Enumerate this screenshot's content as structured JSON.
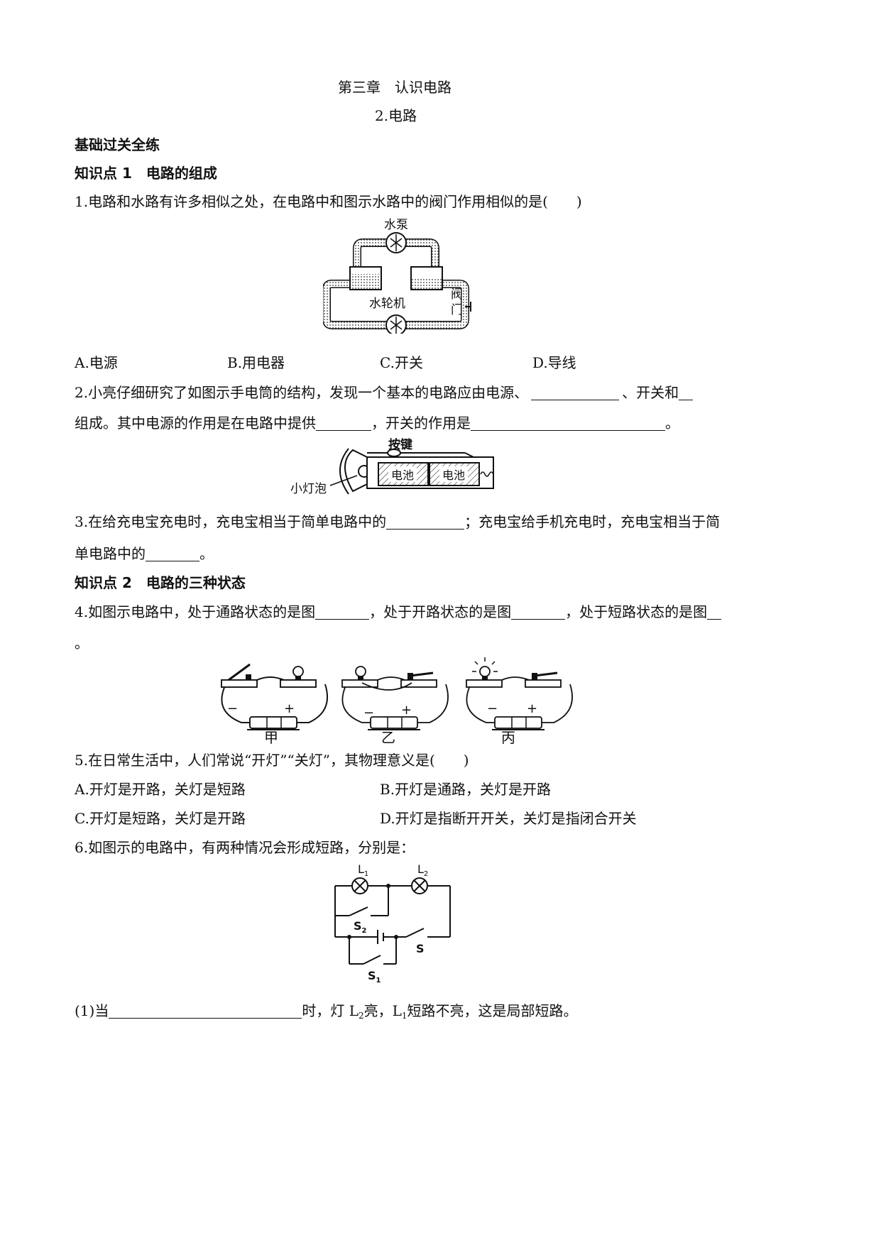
{
  "header": {
    "chapter": "第三章　认识电路",
    "section": "2.电路"
  },
  "part_title": "基础过关全练",
  "kp1": "知识点 1　电路的组成",
  "kp2": "知识点 2　电路的三种状态",
  "q1": {
    "stem": "1.电路和水路有许多相似之处，在电路中和图示水路中的阀门作用相似的是(　　)",
    "fig": {
      "pump": "水泵",
      "turbine": "水轮机",
      "valve1": "阀",
      "valve2": "门"
    },
    "options": [
      "A.电源",
      "B.用电器",
      "C.开关",
      "D.导线"
    ]
  },
  "q2": {
    "line1_a": "2.小亮仔细研究了如图示手电筒的结构，发现一个基本的电路应由电源、",
    "line1_b": "、开关和",
    "line2_a": "组成。其中电源的作用是在电路中提供",
    "line2_b": "，开关的作用是",
    "line2_c": "。",
    "fig": {
      "button": "按键",
      "bulb": "小灯泡",
      "battery1": "电池",
      "battery2": "电池"
    }
  },
  "q3": {
    "line1_a": "3.在给充电宝充电时，充电宝相当于简单电路中的",
    "line1_b": "；充电宝给手机充电时，充电宝相当于简",
    "line2_a": "单电路中的",
    "line2_b": "。"
  },
  "q4": {
    "line1_a": "4.如图示电路中，处于通路状态的是图",
    "line1_b": "，处于开路状态的是图",
    "line1_c": "，处于短路状态的是图",
    "line2": "。",
    "fig": {
      "labels": [
        "甲",
        "乙",
        "丙"
      ],
      "minus": "−",
      "plus": "+"
    }
  },
  "q5": {
    "stem": "5.在日常生活中，人们常说“开灯”“关灯”，其物理意义是(　　)",
    "options": [
      "A.开灯是开路，关灯是短路",
      "B.开灯是通路，关灯是开路",
      "C.开灯是短路，关灯是开路",
      "D.开灯是指断开开关，关灯是指闭合开关"
    ]
  },
  "q6": {
    "stem": "6.如图示的电路中，有两种情况会形成短路，分别是：",
    "fig": {
      "L": "L",
      "one": "1",
      "two": "2",
      "S": "S"
    },
    "sub1_a": "(1)当",
    "sub1_b": "时，灯 L",
    "sub1_c": "2",
    "sub1_d": "亮，L",
    "sub1_e": "1",
    "sub1_f": "短路不亮，这是局部短路。"
  }
}
